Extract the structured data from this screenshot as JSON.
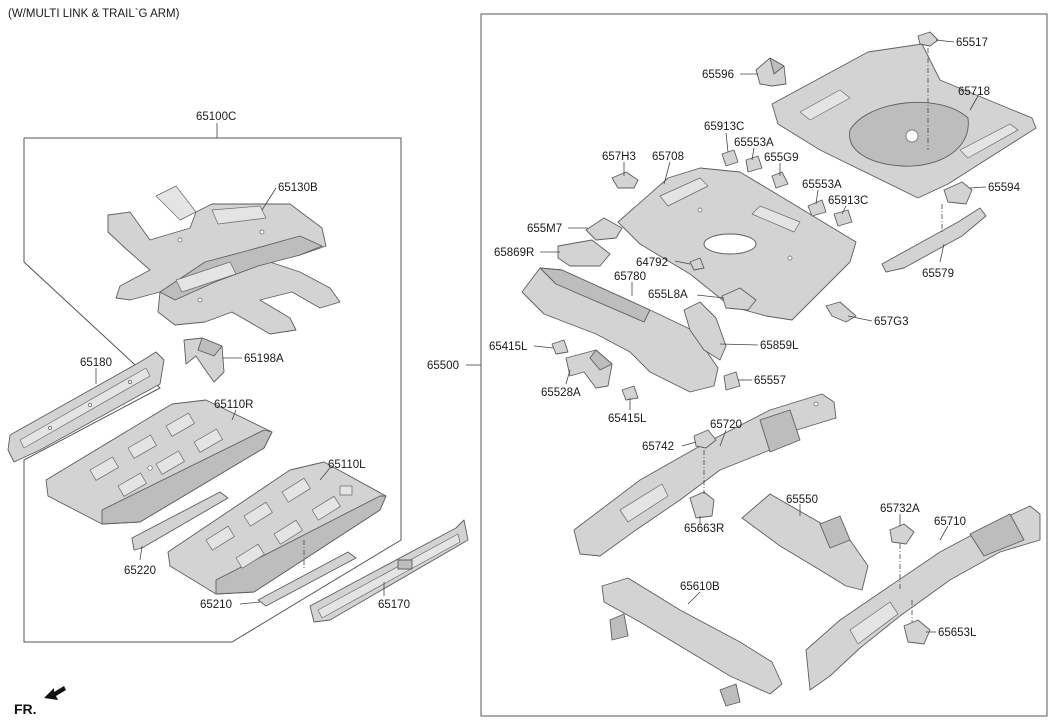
{
  "header": {
    "note": "(W/MULTI LINK & TRAIL`G ARM)"
  },
  "front_marker": {
    "label": "FR."
  },
  "groups": {
    "left_box": {
      "label": "65100C"
    },
    "right_box": {
      "label": "65500"
    }
  },
  "parts": [
    "65130B",
    "65198A",
    "65180",
    "65110R",
    "65110L",
    "65220",
    "65210",
    "65170",
    "65517",
    "65596",
    "65718",
    "65913C",
    "65553A",
    "657H3",
    "65708",
    "655G9",
    "65553A",
    "65913C",
    "65594",
    "655M7",
    "65869R",
    "64792",
    "65780",
    "655L8A",
    "65579",
    "657G3",
    "65415L",
    "65859L",
    "65528A",
    "65557",
    "65415L",
    "65720",
    "65742",
    "65550",
    "65663R",
    "65732A",
    "65710",
    "65610B",
    "65653L"
  ],
  "colors": {
    "part_fill": "#d3d3d3",
    "part_stroke": "#5e5e5e",
    "line": "#444444"
  },
  "icons": [
    "front-arrow-icon"
  ]
}
